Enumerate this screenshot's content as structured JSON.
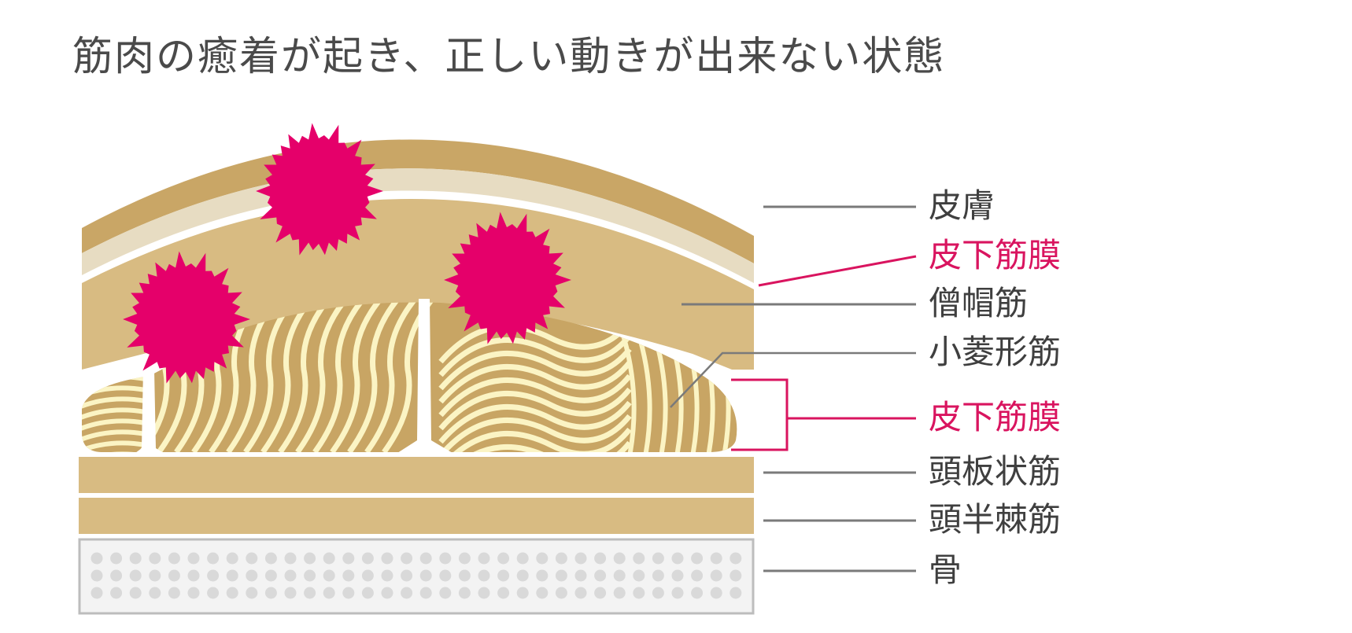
{
  "title": "筋肉の癒着が起き、正しい動きが出来ない状態",
  "colors": {
    "adhesion": "#e5006a",
    "skin": "#c9a666",
    "skin_light": "#e7dcc2",
    "muscle": "#d8bb82",
    "stripe_dark": "#c8a564",
    "stripe_light": "#fbf4c4",
    "bone": "#f3f3f3",
    "bone_dot": "#d9d9d9",
    "leader_gray": "#7a7a7a",
    "leader_pink": "#d9145f"
  },
  "labels": [
    {
      "text": "皮膚",
      "highlight": false
    },
    {
      "text": "皮下筋膜",
      "highlight": true
    },
    {
      "text": "僧帽筋",
      "highlight": false
    },
    {
      "text": "小菱形筋",
      "highlight": false
    },
    {
      "text": "皮下筋膜",
      "highlight": true
    },
    {
      "text": "頭板状筋",
      "highlight": false
    },
    {
      "text": "頭半棘筋",
      "highlight": false
    },
    {
      "text": "骨",
      "highlight": false
    }
  ],
  "adhesion_markers": 3
}
